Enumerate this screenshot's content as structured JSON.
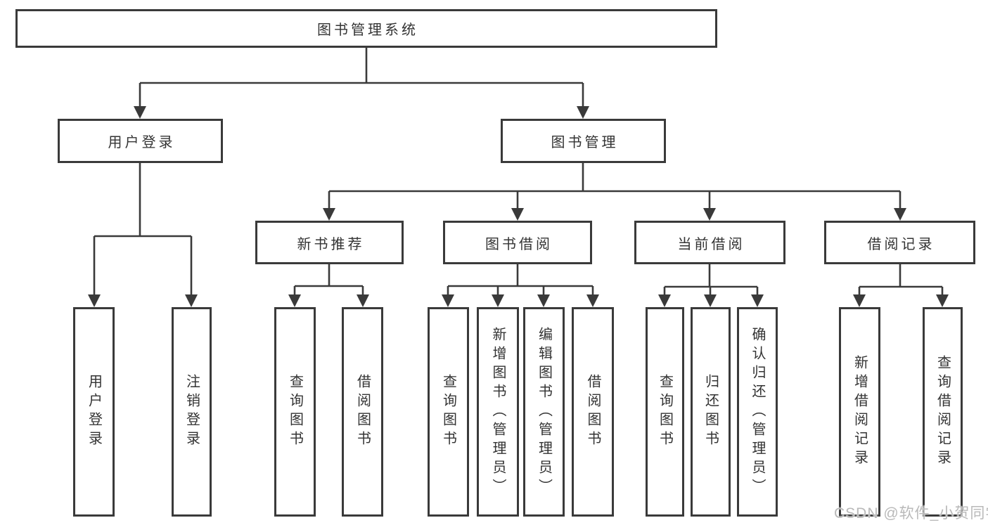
{
  "diagram": {
    "root": {
      "label": "图书管理系统"
    },
    "user": {
      "label": "用户登录",
      "children": [
        "用户登录",
        "注销登录"
      ]
    },
    "book": {
      "label": "图书管理"
    },
    "newbook": {
      "label": "新书推荐",
      "children": [
        "查询图书",
        "借阅图书"
      ]
    },
    "borrow": {
      "label": "图书借阅",
      "children": [
        "查询图书",
        "新增图书（管理员）",
        "编辑图书（管理员）",
        "借阅图书"
      ]
    },
    "current": {
      "label": "当前借阅",
      "children": [
        "查询图书",
        "归还图书",
        "确认归还（管理员）"
      ]
    },
    "records": {
      "label": "借阅记录",
      "children": [
        "新增借阅记录",
        "查询借阅记录"
      ]
    }
  },
  "watermark": {
    "text": "CSDN @软件_小贺同学"
  },
  "colors": {
    "line": "#3a3a3a",
    "box_border": "#3a3a3a",
    "text": "#333333",
    "watermark": "#b9b9b9",
    "background": "#ffffff"
  }
}
